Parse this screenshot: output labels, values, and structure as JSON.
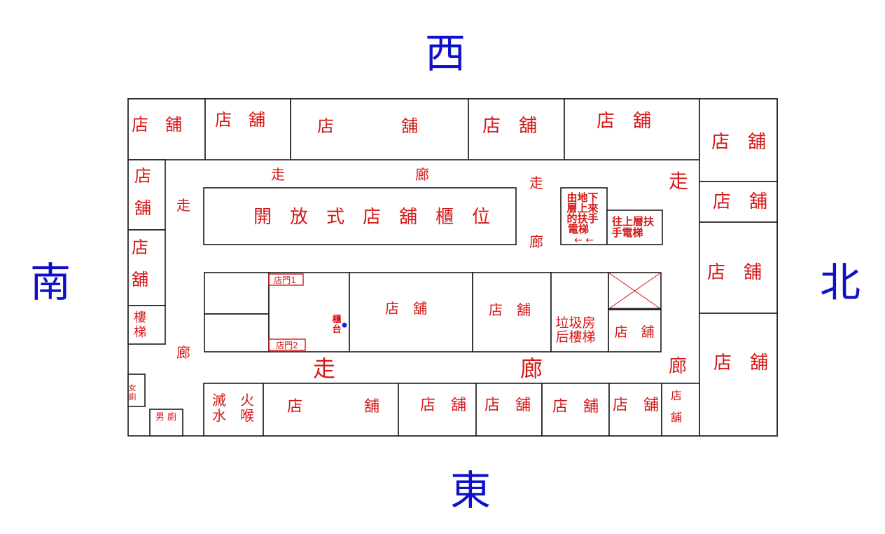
{
  "colors": {
    "label": "#d61818",
    "direction": "#1010c8",
    "wall": "#1a1a1a",
    "counter_dot": "#1a2ad0"
  },
  "directions": {
    "west": "西",
    "east": "東",
    "south": "南",
    "north": "北"
  },
  "shop": "店　舖",
  "shop_wide": "店　　　　舖",
  "shop_char_1": "店",
  "shop_char_2": "舖",
  "corridor": {
    "walk": "走",
    "hall": "廊"
  },
  "open_counter": "開　放　式　店　舖　櫃　位",
  "escalator_from_basement": [
    "由地下",
    "層上來",
    "的扶手",
    "電梯"
  ],
  "escalator_arrows": "←  ←",
  "escalator_up": [
    "往上層扶",
    "手電梯"
  ],
  "stairs": [
    "樓",
    "梯"
  ],
  "door_1": "店門1",
  "door_2": "店門2",
  "counter": [
    "櫃",
    "台"
  ],
  "garbage_stairs": [
    "垃圾房",
    "后樓梯"
  ],
  "fire_hydrant": [
    "滅　火",
    "水　喉"
  ],
  "womens_toilet": [
    "女",
    "廁"
  ],
  "mens_toilet": "男 廁"
}
